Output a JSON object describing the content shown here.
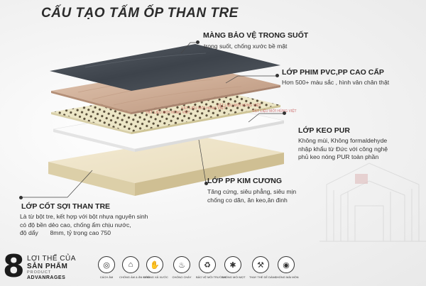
{
  "title": "CẤU TẠO TẤM ỐP THAN TRE",
  "layers": [
    {
      "name": "MÀNG BẢO VỆ TRONG SUỐT",
      "desc": [
        "trong suốt, chống xước bề mặt"
      ]
    },
    {
      "name": "LỚP PHIM PVC,PP CAO CẤP",
      "desc": [
        "Hơn 500+ màu sắc , hình vân chân thật"
      ]
    },
    {
      "name": "LỚP KEO PUR",
      "desc": [
        "Không mùi, Không formaldehyde",
        "nhập khẩu từ Đức với công nghệ",
        "phủ keo nóng PUR toàn phần"
      ]
    },
    {
      "name": "LỚP PP KIM CƯƠNG",
      "desc": [
        "Tăng cứng, siêu phẳng, siêu mịn",
        "chống co dãn, ăn keo,ăn đinh"
      ]
    },
    {
      "name": "LỚP CỐT SỢI THAN TRE",
      "desc": [
        "Là từ bột tre, kết hợp với bột nhựa nguyên sinh",
        "có độ bền dẻo cao, chống ẩm chịu nước,",
        "độ dẩy       8mm, tỷ trọng cao 750"
      ]
    }
  ],
  "watermark": "VẬT LIỆU MỚI HÙNG VIỆT",
  "benefits": {
    "number": "8",
    "line1": "LỢI THẾ CỦA",
    "line2": "SẢN PHẨM",
    "line3": "PRODUCT",
    "line4": "ADVANRAGES",
    "items": [
      {
        "icon": "soundproof-icon",
        "glyph": "◎",
        "label": "CÁCH ÂM"
      },
      {
        "icon": "moisture-icon",
        "glyph": "⌂",
        "label": "CHỐNG ẨM & ĂN MÒN"
      },
      {
        "icon": "scratch-icon",
        "glyph": "✋",
        "label": "CHỐNG XẢ XƯỚC"
      },
      {
        "icon": "fire-icon",
        "glyph": "♨",
        "label": "CHỐNG CHÁY"
      },
      {
        "icon": "eco-icon",
        "glyph": "♻",
        "label": "BẢO VỆ MÔI TRƯỜNG"
      },
      {
        "icon": "termite-icon",
        "glyph": "✱",
        "label": "CHỐNG MỐI MỌT"
      },
      {
        "icon": "install-icon",
        "glyph": "⚒",
        "label": "THAY THẾ DỄ DÀNG"
      },
      {
        "icon": "wear-icon",
        "glyph": "◉",
        "label": "CHỐNG MÀI MÒN"
      }
    ]
  }
}
